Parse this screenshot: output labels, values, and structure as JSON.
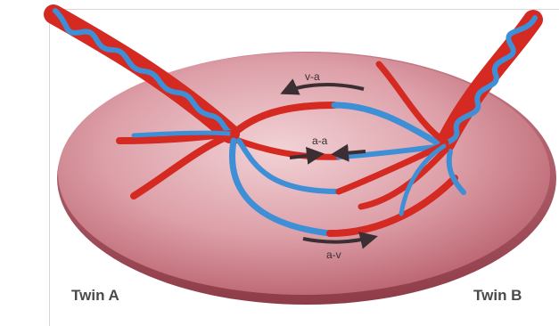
{
  "labels": {
    "twin_a": "Twin A",
    "twin_b": "Twin B",
    "anastomosis_va": "v-a",
    "anastomosis_aa": "a-a",
    "anastomosis_av": "a-v"
  },
  "colors": {
    "placenta": "#d99aa2",
    "artery": "#d42a22",
    "vein": "#3f8fd6",
    "arrow": "#3b2f33",
    "label_text": "#4a4a4a"
  }
}
